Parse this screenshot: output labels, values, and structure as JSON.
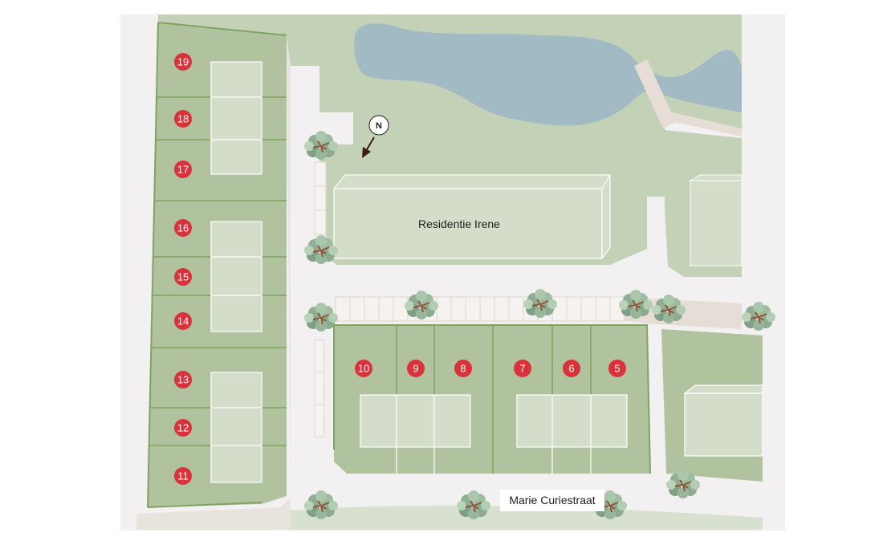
{
  "map": {
    "north_label": "N",
    "building_label": "Residentie Irene",
    "street_label": "Marie Curiestraat",
    "lots": [
      "19",
      "18",
      "17",
      "16",
      "15",
      "14",
      "13",
      "12",
      "11",
      "10",
      "9",
      "8",
      "7",
      "6",
      "5"
    ],
    "colors": {
      "background": "#f2f0f1",
      "park": "#c3d1b6",
      "water": "#a1bac4",
      "lot_fill": "#b1c29e",
      "lot_border": "#7fa361",
      "building": "#d3ddc9",
      "path": "#e6ddd6",
      "badge": "#d9323a"
    }
  }
}
